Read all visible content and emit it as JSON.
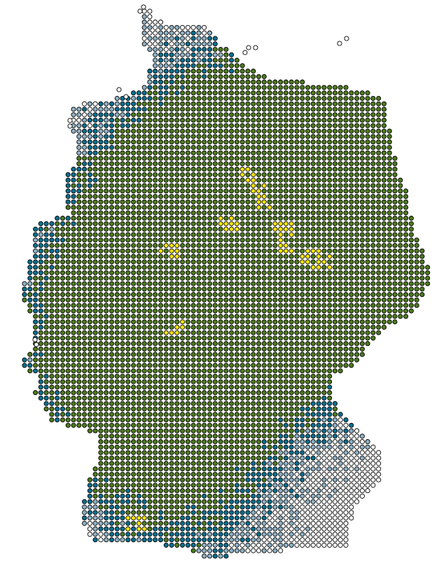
{
  "map": {
    "legend_levels": [
      "empty",
      "light-blue",
      "teal",
      "green",
      "yellow"
    ],
    "colors": {
      "empty": "#ffffff",
      "light-blue": "#8fb1c4",
      "teal": "#06708f",
      "green": "#4e7a1e",
      "yellow": "#f6e400",
      "outline": "#000000"
    }
  }
}
